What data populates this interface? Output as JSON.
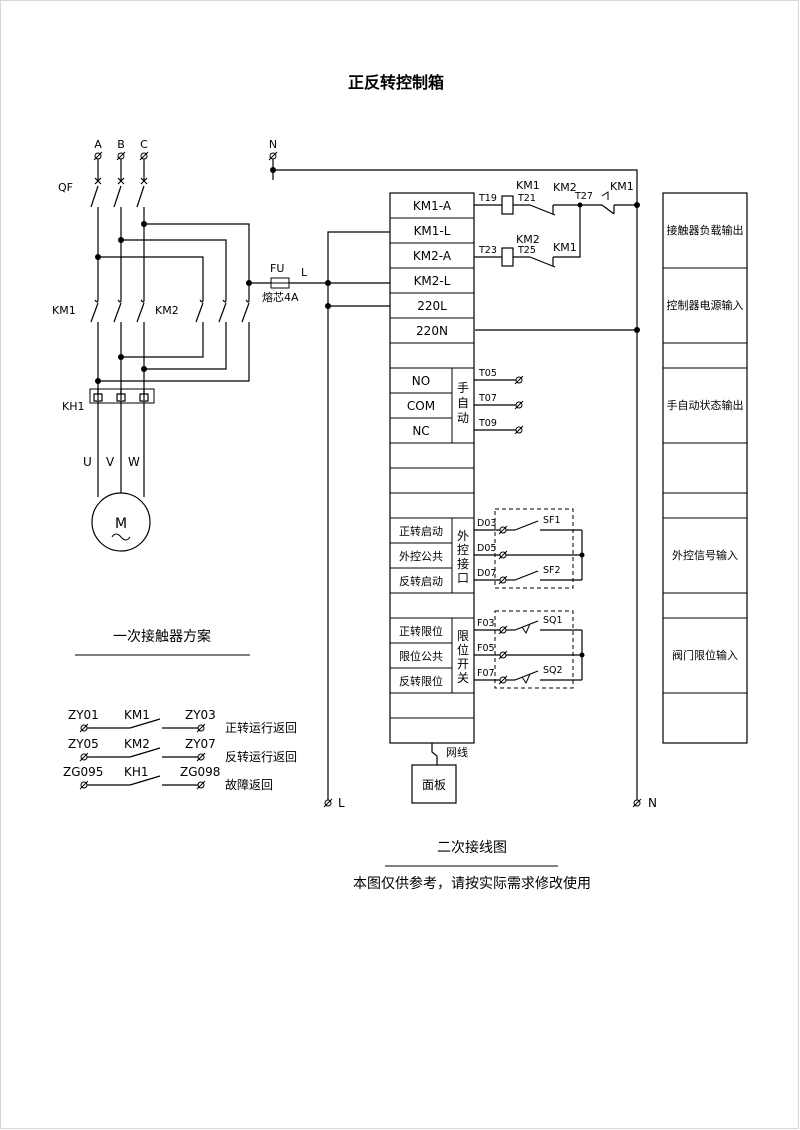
{
  "title": "正反转控制箱",
  "main_circuit": {
    "phases": [
      "A",
      "B",
      "C"
    ],
    "breaker": "QF",
    "contactor_fwd": "KM1",
    "contactor_rev": "KM2",
    "thermal_relay": "KH1",
    "outputs": [
      "U",
      "V",
      "W"
    ],
    "motor_symbol": "M",
    "neutral": "N",
    "fuse_label": "FU",
    "fuse_rating": "熔芯4A",
    "line_label": "L"
  },
  "primary_scheme": {
    "heading": "一次接触器方案",
    "rows": [
      {
        "left": "ZY01",
        "mid": "KM1",
        "right": "ZY03",
        "desc": "正转运行返回"
      },
      {
        "left": "ZY05",
        "mid": "KM2",
        "right": "ZY07",
        "desc": "反转运行返回"
      },
      {
        "left": "ZG095",
        "mid": "KH1",
        "right": "ZG098",
        "desc": "故障返回"
      }
    ]
  },
  "terminals": {
    "group1": [
      "KM1-A",
      "KM1-L",
      "KM2-A",
      "KM2-L",
      "220L",
      "220N"
    ],
    "mode": [
      "NO",
      "COM",
      "NC"
    ],
    "mode_label": "手自动",
    "ext": [
      "正转启动",
      "外控公共",
      "反转启动"
    ],
    "ext_label": "外控接口",
    "limit": [
      "正转限位",
      "限位公共",
      "反转限位"
    ],
    "limit_label": "限位开关"
  },
  "control_circuit": {
    "km1_coil": "KM1",
    "km2_coil": "KM2",
    "km1_interlock": "KM2",
    "km2_interlock": "KM1",
    "stop_contact": "KM1",
    "t19": "T19",
    "t21": "T21",
    "t27": "T27",
    "t23": "T23",
    "t25": "T25",
    "t05": "T05",
    "t07": "T07",
    "t09": "T09",
    "d03": "D03",
    "d05": "D05",
    "d07": "D07",
    "sf1": "SF1",
    "sf2": "SF2",
    "f03": "F03",
    "f05": "F05",
    "f07": "F07",
    "sq1": "SQ1",
    "sq2": "SQ2",
    "cable_label": "网线",
    "panel_label": "面板",
    "bottom_l": "L",
    "bottom_n": "N"
  },
  "functions": [
    "接触器负载输出",
    "控制器电源输入",
    "手自动状态输出",
    "外控信号输入",
    "阀门限位输入"
  ],
  "footer": {
    "caption": "二次接线图",
    "note": "本图仅供参考，请按实际需求修改使用"
  }
}
